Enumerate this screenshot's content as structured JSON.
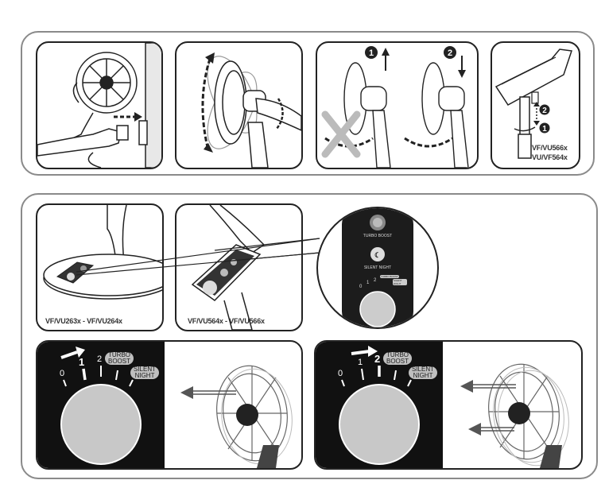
{
  "assembly_panel": {
    "step_badges": [
      "1",
      "2"
    ],
    "stand_badges": [
      "2",
      "1"
    ],
    "stand_models": [
      "VF/VU566x",
      "VU/VF564x"
    ]
  },
  "controls_panel": {
    "base_labels": [
      "VF/VU263x - VF/VU264x",
      "VF/VU564x - VF/VU566x"
    ],
    "zoom": {
      "turbo_label": "TURBO BOOST",
      "silent_label": "SILENT NIGHT",
      "dial_labels": [
        "0",
        "1",
        "2",
        "TURBO BOOST",
        "SILENT NIGHT"
      ]
    },
    "dial_left": {
      "numbers": [
        "0",
        "1",
        "2"
      ],
      "turbo_tag": [
        "TURBO",
        "BOOST"
      ],
      "silent_tag": [
        "SILENT",
        "NIGHT"
      ],
      "selected": "1"
    },
    "dial_right": {
      "numbers": [
        "0",
        "1",
        "2"
      ],
      "turbo_tag": [
        "TURBO",
        "BOOST"
      ],
      "silent_tag": [
        "SILENT",
        "NIGHT"
      ],
      "selected": "2"
    }
  }
}
